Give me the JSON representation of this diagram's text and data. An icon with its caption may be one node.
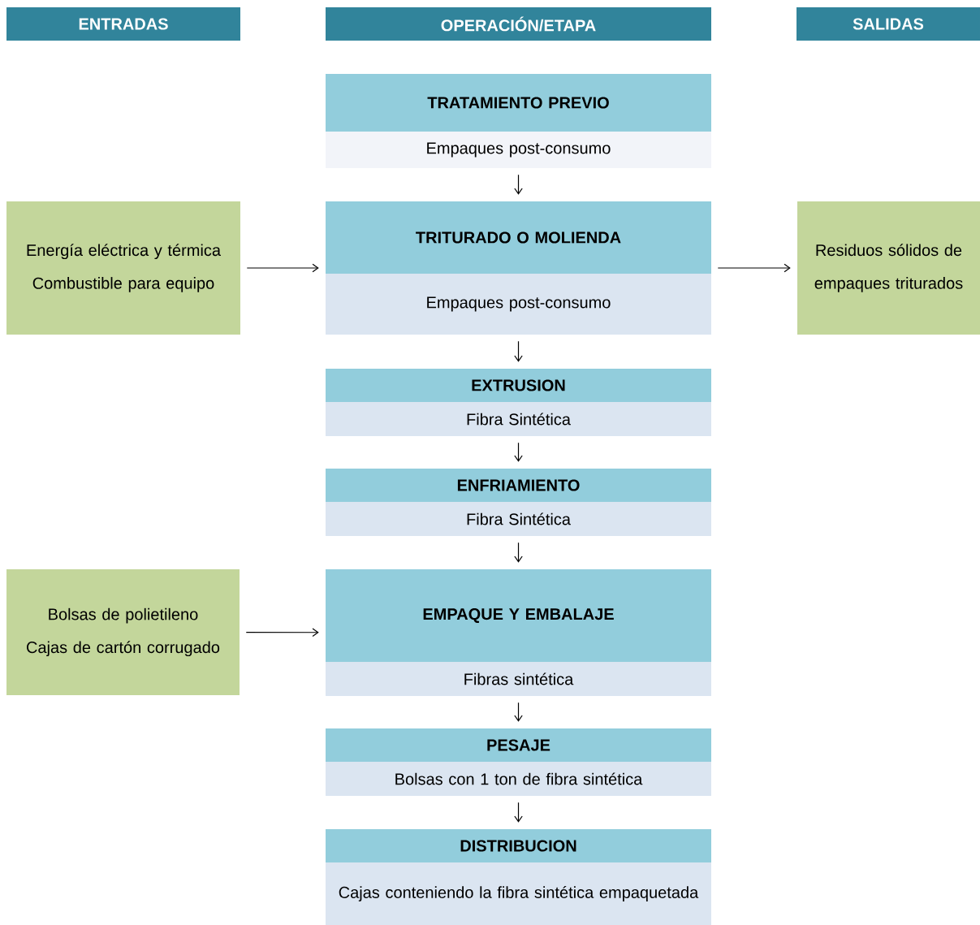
{
  "diagram": {
    "nodes": [
      {
        "text": [
          "ENTRADAS"
        ]
      },
      {
        "text": [
          "OPERACIÓN/ETAPA"
        ]
      },
      {
        "text": [
          "SALIDAS"
        ]
      },
      {
        "text": [
          "TRATAMIENTO PREVIO",
          "Empaques post-consumo"
        ]
      },
      {
        "text": [
          "Energía eléctrica y térmica",
          "Combustible para equipo"
        ]
      },
      {
        "text": [
          "TRITURADO O MOLIENDA",
          "Empaques post-consumo"
        ]
      },
      {
        "text": [
          "Residuos sólidos de empaques triturados"
        ]
      },
      {
        "text": [
          "EXTRUSION",
          "Fibra Sintética"
        ]
      },
      {
        "text": [
          "ENFRIAMIENTO",
          "Fibra Sintética"
        ]
      },
      {
        "text": [
          "Bolsas de polietileno",
          "Cajas de cartón corrugado"
        ]
      },
      {
        "text": [
          "EMPAQUE Y EMBALAJE",
          "Fibras sintética"
        ]
      },
      {
        "text": [
          "PESAJE",
          "Bolsas con 1 ton de fibra sintética"
        ]
      },
      {
        "text": [
          "DISTRIBUCION",
          "Cajas conteniendo la fibra sintética empaquetada"
        ]
      }
    ],
    "edges": [
      {
        "from": 3,
        "to": 5,
        "arrow": "to"
      },
      {
        "from": 4,
        "to": 5,
        "arrow": "to"
      },
      {
        "from": 5,
        "to": 6,
        "arrow": "to"
      },
      {
        "from": 5,
        "to": 7,
        "arrow": "to"
      },
      {
        "from": 7,
        "to": 8,
        "arrow": "to"
      },
      {
        "from": 8,
        "to": 10,
        "arrow": "to"
      },
      {
        "from": 9,
        "to": 10,
        "arrow": "to"
      },
      {
        "from": 10,
        "to": 11,
        "arrow": "to"
      },
      {
        "from": 11,
        "to": 12,
        "arrow": "to"
      }
    ]
  }
}
